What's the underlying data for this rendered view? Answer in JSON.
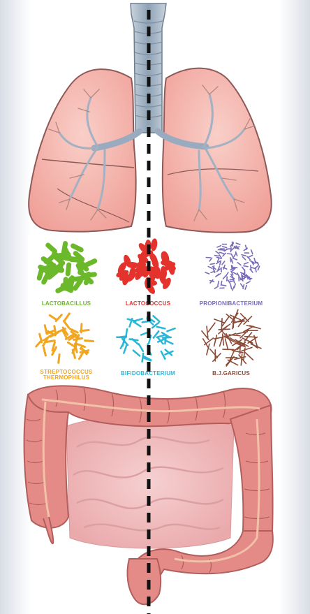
{
  "diagram": {
    "organs": [
      {
        "name": "trachea-and-lungs-illustration"
      },
      {
        "name": "large-intestine-illustration"
      }
    ],
    "bacteria": [
      {
        "label": "LACTOBACILLUS",
        "color": "#6bb82b",
        "shape": "rods"
      },
      {
        "label": "LACTOCOCCUS",
        "color": "#e4322d",
        "shape": "blobs"
      },
      {
        "label": "PROPIONIBACTERIUM",
        "color": "#7a6bb8",
        "shape": "fine-rods"
      },
      {
        "label": "STREPTOCOCCUS\nTHERMOPHILUS",
        "color": "#f2a51e",
        "shape": "branches"
      },
      {
        "label": "BIFIDOBACTERIUM",
        "color": "#2bb6d6",
        "shape": "curved"
      },
      {
        "label": "B.J.GARICUS",
        "color": "#8a4a36",
        "shape": "sticks"
      }
    ],
    "colors": {
      "lung_fill": "#f4b7ae",
      "lung_stroke": "#8d5a58",
      "trachea": "#a8b7c6",
      "intestine_fill": "#e48b88",
      "intestine_stroke": "#b15e5d",
      "intestine_inner": "#f1c1c3",
      "divider_line": "#111111"
    }
  }
}
